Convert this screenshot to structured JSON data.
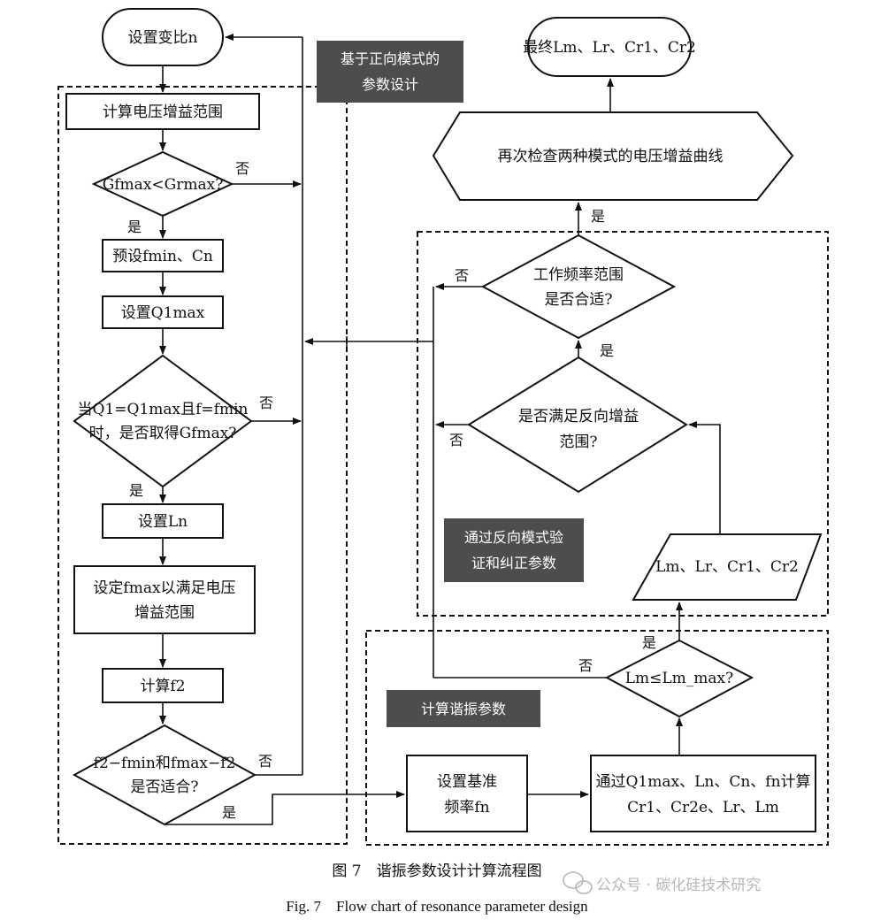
{
  "nodes": {
    "set_ratio": "设置变比n",
    "calc_gain_range": "计算电压增益范围",
    "cond_gmax": "Gfmax<Grmax?",
    "preset": "预设fmin、Cn",
    "set_q1max": "设置Q1max",
    "cond_q1_line1": "当Q1=Q1max且f=fmin",
    "cond_q1_line2": "时，是否取得Gfmax?",
    "set_ln": "设置Ln",
    "set_fmax_line1": "设定fmax以满足电压",
    "set_fmax_line2": "增益范围",
    "calc_f2": "计算f2",
    "cond_f2_line1": "f2−fmin和fmax−f2",
    "cond_f2_line2": "是否适合?",
    "final": "最终Lm、Lr、Cr1、Cr2",
    "recheck": "再次检查两种模式的电压增益曲线",
    "cond_freq_line1": "工作频率范围",
    "cond_freq_line2": "是否合适?",
    "cond_rev_line1": "是否满足反向增益",
    "cond_rev_line2": "范围?",
    "params_io": "Lm、Lr、Cr1、Cr2",
    "cond_lm": "Lm≤Lm_max?",
    "set_fn_line1": "设置基准",
    "set_fn_line2": "频率fn",
    "calc_params_line1": "通过Q1max、Ln、Cn、fn计算",
    "calc_params_line2": "Cr1、Cr2e、Lr、Lm"
  },
  "edge_labels": {
    "yes": "是",
    "no": "否"
  },
  "section_labels": {
    "forward_line1": "基于正向模式的",
    "forward_line2": "参数设计",
    "reverse_line1": "通过反向模式验",
    "reverse_line2": "证和纠正参数",
    "resonant": "计算谐振参数"
  },
  "caption": {
    "chinese": "图 7　谐振参数设计计算流程图",
    "english": "Fig. 7　Flow chart of resonance parameter design"
  },
  "watermark": "公众号 · 碳化硅技术研究",
  "colors": {
    "line": "#111111",
    "label_box": "#4d4d4d",
    "label_text": "#ffffff",
    "watermark": "#b8b8b8"
  }
}
